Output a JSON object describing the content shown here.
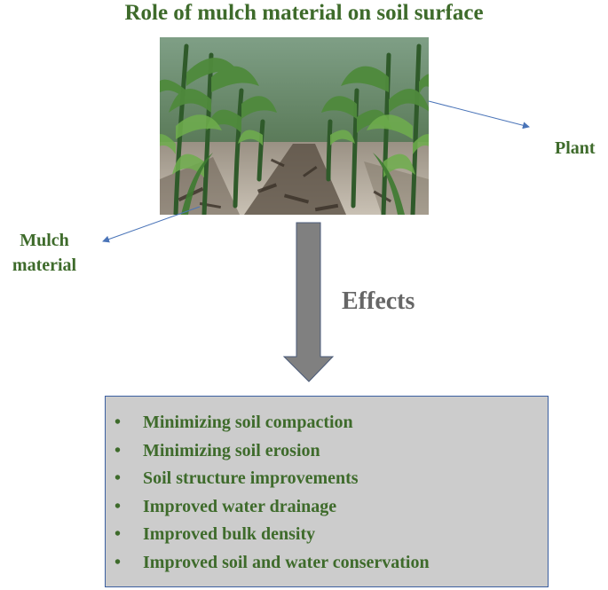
{
  "title": "Role of mulch material on soil surface",
  "photo": {
    "icon": "cornfield-photo"
  },
  "labels": {
    "plant": "Plant",
    "mulch": [
      "Mulch",
      "material"
    ]
  },
  "arrow": {
    "label": "Effects",
    "icon": "down-arrow-icon"
  },
  "effects": {
    "items": [
      "Minimizing soil compaction",
      "Minimizing soil erosion",
      "Soil structure improvements",
      "Improved water drainage",
      "Improved bulk density",
      "Improved soil and water conservation"
    ]
  },
  "colors": {
    "text_green": "#3e6b2b",
    "effects_gray": "#666666",
    "arrow_fill": "#808080",
    "box_fill": "#cccccc",
    "box_border": "#3b5fa0",
    "pointer_line": "#4a74b8"
  }
}
